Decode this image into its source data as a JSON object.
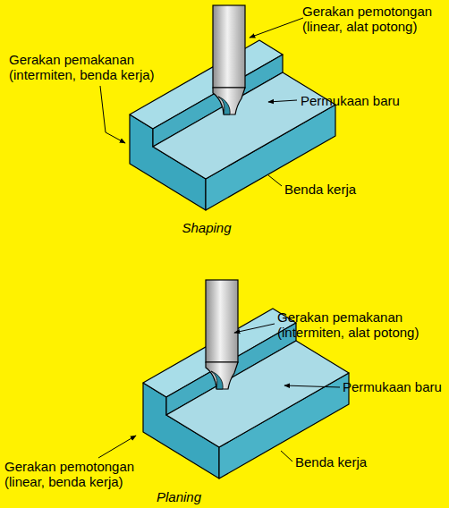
{
  "diagram": {
    "labels": [
      "Gerakan pemotongan (linear, alat potong)",
      "Gerakan pemakanan (intermiten, benda kerja)",
      "Permukaan baru",
      "Benda kerja",
      "Shaping",
      "Gerakan pemakanan (intermiten, alat potong)",
      "Permukaan baru",
      "Benda kerja",
      "Gerakan pemotongan (linear, benda kerja)",
      "Planing"
    ]
  }
}
